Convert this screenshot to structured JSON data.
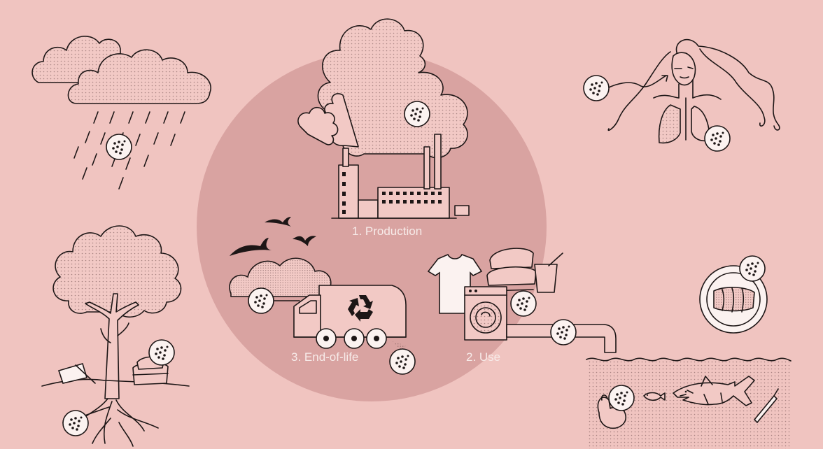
{
  "stages": {
    "production": "1. Production",
    "use": "2. Use",
    "end_of_life": "3. End-of-life"
  },
  "colors": {
    "background": "#f0c4c0",
    "circle": "#d9a3a1",
    "ink": "#1d1616",
    "label": "#f7ebe9",
    "bubble": "#fbf2f0"
  },
  "icons": [
    "rain-cloud-icon",
    "factory-icon",
    "smoke-cloud-icon",
    "woman-lungs-icon",
    "tree-icon",
    "birds-icon",
    "garbage-truck-icon",
    "recycle-icon",
    "tshirt-icon",
    "washing-machine-icon",
    "food-container-icon",
    "cup-straw-icon",
    "fish-plate-icon",
    "ocean-icon",
    "fish-icon",
    "plastic-bag-icon",
    "straw-icon",
    "microplastic-particle-icon"
  ]
}
